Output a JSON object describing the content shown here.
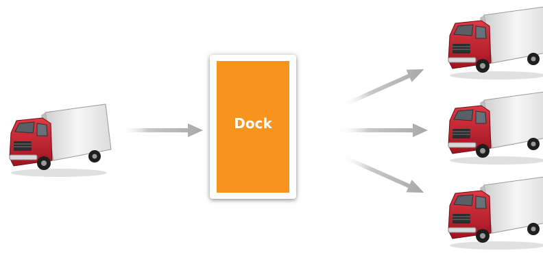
{
  "diagram": {
    "dock": {
      "label": "Dock"
    },
    "colors": {
      "dock_fill": "#f7941d",
      "truck_cab": "#c8202f",
      "truck_box": "#e8e8e8",
      "arrow": "#b4b4b4"
    },
    "icons": [
      "truck-icon",
      "arrow-icon"
    ],
    "incoming_trucks": 1,
    "outgoing_trucks": 3
  }
}
